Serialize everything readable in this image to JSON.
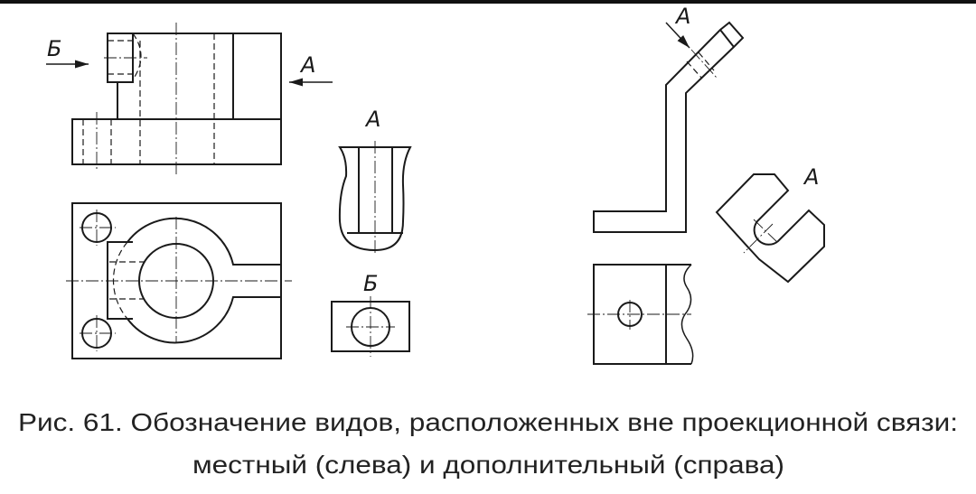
{
  "labels": {
    "view_a": "А",
    "view_b": "Б"
  },
  "caption": {
    "line1": "Рис. 61. Обозначение видов, расположенных вне проекционной связи:",
    "line2": "местный (слева) и дополнительный (справа)"
  }
}
